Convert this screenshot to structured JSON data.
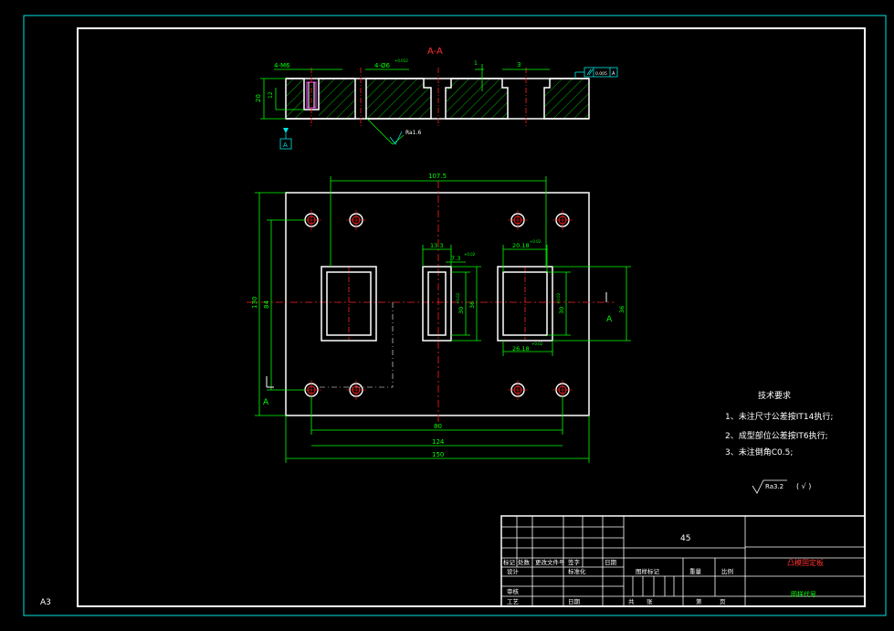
{
  "sheet": {
    "size_label": "A3"
  },
  "section": {
    "label": "A-A"
  },
  "section_dims": {
    "thread": "4-M6",
    "hole": "4-Ø6",
    "hole_tol": "+0.012",
    "height_total": "20",
    "height_step": "12",
    "recess": "3",
    "recess_small": "1",
    "roughness_note": "Ra1.6",
    "flatness": "0.005",
    "datum_a": "A"
  },
  "plan_dims": {
    "width_top": "107.5",
    "slot_w": "13.3",
    "slot_tol": "+0.02",
    "slot_gap": "7.3",
    "gap_tol": "+0.02",
    "pocket_w": "20.18",
    "pocket_tol": "+0.02",
    "pocket_w2": "26.18",
    "pocket2_tol": "+0.02",
    "height_outer": "130",
    "height_inner": "84",
    "slot_h": "30",
    "slot_h_tol": "+0.02",
    "slot_h2": "36",
    "pocket_h": "30",
    "pocket_h_tol": "+0.02",
    "pocket_h2": "36",
    "dim_80": "80",
    "dim_124": "124",
    "dim_150": "150",
    "section_mark_left": "A",
    "section_mark_right": "A"
  },
  "tech_req": {
    "title": "技术要求",
    "item1": "1、未注尺寸公差按IT14执行;",
    "item2": "2、成型部位公差按IT6执行;",
    "item3": "3、未注倒角C0.5;",
    "roughness": "Ra3.2",
    "roughness_suffix": "( √ )"
  },
  "title_block": {
    "material": "45",
    "part_name": "凸模固定板",
    "drawing_no": "图样代号",
    "row_mark": "标记",
    "row_count": "处数",
    "row_change": "更改文件号",
    "row_sign": "签字",
    "row_date": "日期",
    "designer": "设计",
    "standard": "标准化",
    "checker": "审核",
    "process": "工艺",
    "date": "日期",
    "stage_mark": "图样标记",
    "weight": "重量",
    "scale": "比例",
    "total": "共",
    "sheet_unit": "张",
    "page": "第",
    "page_unit": "页"
  },
  "colors": {
    "frame": "#ffffff",
    "outer_frame": "#00e5e5",
    "dimension": "#00ff00",
    "center_line": "#ff2020",
    "hatch": "#00ff00",
    "note": "#ffffff",
    "section_label": "#ff3030",
    "tech_text": "#ffffff",
    "title_red": "#ff3030",
    "title_green": "#00ff00",
    "datum_box": "#00e5e5"
  }
}
